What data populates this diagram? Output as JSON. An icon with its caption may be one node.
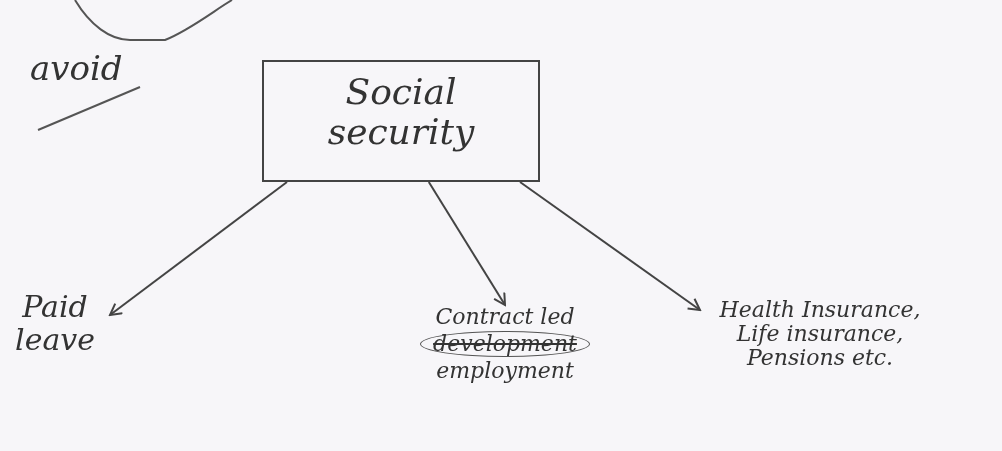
{
  "diagram": {
    "nodes": [
      {
        "text": [
          "Social security"
        ]
      },
      {
        "text": [
          "Paid leave"
        ]
      },
      {
        "text": [
          "Contract led",
          "development",
          "employment"
        ]
      },
      {
        "text": [
          "Health Insurance, Life insurance, Pensions etc."
        ]
      }
    ],
    "edges": [
      {
        "from": 0,
        "to": 1,
        "arrow": "to"
      },
      {
        "from": 0,
        "to": 2,
        "arrow": "to"
      },
      {
        "from": 0,
        "to": 3,
        "arrow": "to"
      }
    ],
    "labels": [
      "avoid"
    ]
  }
}
